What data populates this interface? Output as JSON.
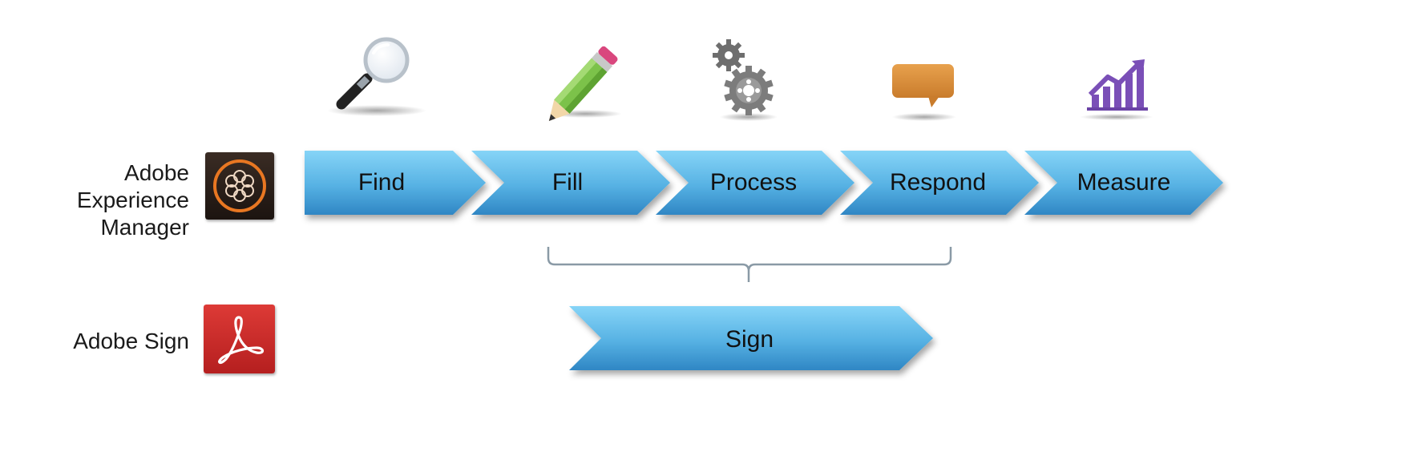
{
  "rows": {
    "aem_label_line1": "Adobe Experience",
    "aem_label_line2": "Manager",
    "sign_label": "Adobe Sign"
  },
  "steps": [
    {
      "label": "Find",
      "icon": "magnifier-icon"
    },
    {
      "label": "Fill",
      "icon": "pencil-icon"
    },
    {
      "label": "Process",
      "icon": "gears-icon"
    },
    {
      "label": "Respond",
      "icon": "speech-bubble-icon"
    },
    {
      "label": "Measure",
      "icon": "growth-chart-icon"
    }
  ],
  "sign_step": {
    "label": "Sign"
  },
  "colors": {
    "chevron_top": "#7fd0f5",
    "chevron_bottom": "#3a94cf",
    "aem_bg": "#2a1f1a",
    "aem_ring": "#e87722",
    "sign_bg": "#cc2b2b",
    "bracket": "#8a9aa6",
    "pencil_body": "#7cc24a",
    "bubble": "#d9903f",
    "chart": "#7a4fb7"
  }
}
